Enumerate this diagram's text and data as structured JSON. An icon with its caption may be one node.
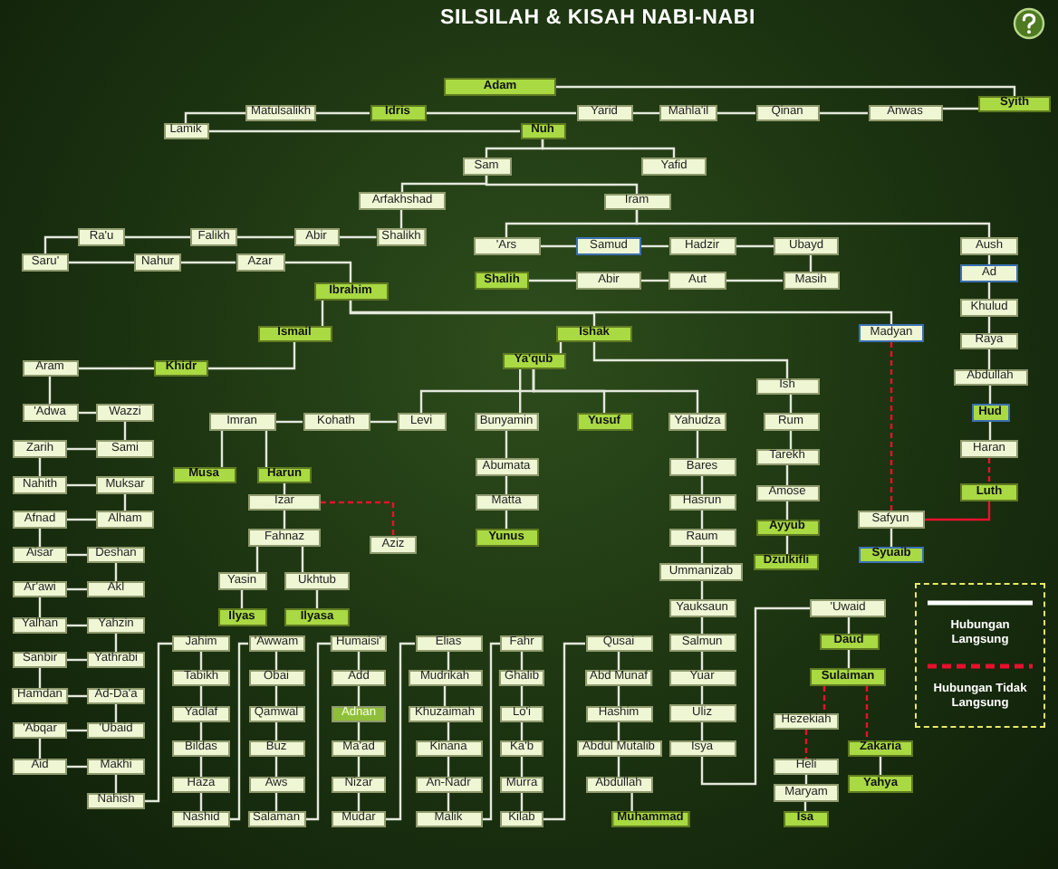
{
  "diagram": {
    "title": "SILSILAH & KISAH NABI-NABI",
    "nodes": [
      {
        "text": [
          "Adam"
        ]
      },
      {
        "text": [
          "Matulsalikh"
        ]
      },
      {
        "text": [
          "Idris"
        ]
      },
      {
        "text": [
          "Yarid"
        ]
      },
      {
        "text": [
          "Mahla'il"
        ]
      },
      {
        "text": [
          "Qinan"
        ]
      },
      {
        "text": [
          "Anwas"
        ]
      },
      {
        "text": [
          "Syith"
        ]
      },
      {
        "text": [
          "Lamik"
        ]
      },
      {
        "text": [
          "Nuh"
        ]
      },
      {
        "text": [
          "Sam"
        ]
      },
      {
        "text": [
          "Yafid"
        ]
      },
      {
        "text": [
          "Arfakhshad"
        ]
      },
      {
        "text": [
          "Iram"
        ]
      },
      {
        "text": [
          "Ra'u"
        ]
      },
      {
        "text": [
          "Falikh"
        ]
      },
      {
        "text": [
          "Abir"
        ]
      },
      {
        "text": [
          "Shalikh"
        ]
      },
      {
        "text": [
          "'Ars"
        ]
      },
      {
        "text": [
          "Samud"
        ]
      },
      {
        "text": [
          "Hadzir"
        ]
      },
      {
        "text": [
          "Ubayd"
        ]
      },
      {
        "text": [
          "Aush"
        ]
      },
      {
        "text": [
          "Saru'"
        ]
      },
      {
        "text": [
          "Nahur"
        ]
      },
      {
        "text": [
          "Azar"
        ]
      },
      {
        "text": [
          "Shalih"
        ]
      },
      {
        "text": [
          "Abir"
        ]
      },
      {
        "text": [
          "Aut"
        ]
      },
      {
        "text": [
          "Masih"
        ]
      },
      {
        "text": [
          "Ad"
        ]
      },
      {
        "text": [
          "Ibrahim"
        ]
      },
      {
        "text": [
          "Khulud"
        ]
      },
      {
        "text": [
          "Ismail"
        ]
      },
      {
        "text": [
          "Ishak"
        ]
      },
      {
        "text": [
          "Madyan"
        ]
      },
      {
        "text": [
          "Raya"
        ]
      },
      {
        "text": [
          "Aram"
        ]
      },
      {
        "text": [
          "Khidr"
        ]
      },
      {
        "text": [
          "Ya'qub"
        ]
      },
      {
        "text": [
          "Abdullah"
        ]
      },
      {
        "text": [
          "Ish"
        ]
      },
      {
        "text": [
          "'Adwa"
        ]
      },
      {
        "text": [
          "Wazzi"
        ]
      },
      {
        "text": [
          "Imran"
        ]
      },
      {
        "text": [
          "Kohath"
        ]
      },
      {
        "text": [
          "Levi"
        ]
      },
      {
        "text": [
          "Bunyamin"
        ]
      },
      {
        "text": [
          "Yusuf"
        ]
      },
      {
        "text": [
          "Yahudza"
        ]
      },
      {
        "text": [
          "Rum"
        ]
      },
      {
        "text": [
          "Hud"
        ]
      },
      {
        "text": [
          "Zarih"
        ]
      },
      {
        "text": [
          "Sami"
        ]
      },
      {
        "text": [
          "Tarekh"
        ]
      },
      {
        "text": [
          "Haran"
        ]
      },
      {
        "text": [
          "Abumata"
        ]
      },
      {
        "text": [
          "Bares"
        ]
      },
      {
        "text": [
          "Musa"
        ]
      },
      {
        "text": [
          "Harun"
        ]
      },
      {
        "text": [
          "Nahith"
        ]
      },
      {
        "text": [
          "Muksar"
        ]
      },
      {
        "text": [
          "Amose"
        ]
      },
      {
        "text": [
          "Luth"
        ]
      },
      {
        "text": [
          "Izar"
        ]
      },
      {
        "text": [
          "Matta"
        ]
      },
      {
        "text": [
          "Hasrun"
        ]
      },
      {
        "text": [
          "Safyun"
        ]
      },
      {
        "text": [
          "Afnad"
        ]
      },
      {
        "text": [
          "Alham"
        ]
      },
      {
        "text": [
          "Ayyub"
        ]
      },
      {
        "text": [
          "Fahnaz"
        ]
      },
      {
        "text": [
          "Aziz"
        ]
      },
      {
        "text": [
          "Yunus"
        ]
      },
      {
        "text": [
          "Raum"
        ]
      },
      {
        "text": [
          "Syuaib"
        ]
      },
      {
        "text": [
          "Aisar"
        ]
      },
      {
        "text": [
          "Deshan"
        ]
      },
      {
        "text": [
          "Dzulkifli"
        ]
      },
      {
        "text": [
          "Ummanizab"
        ]
      },
      {
        "text": [
          "Yasin"
        ]
      },
      {
        "text": [
          "Ukhtub"
        ]
      },
      {
        "text": [
          "Ar'awi"
        ]
      },
      {
        "text": [
          "Akl"
        ]
      },
      {
        "text": [
          "Yauksaun"
        ]
      },
      {
        "text": [
          "'Uwaid"
        ]
      },
      {
        "text": [
          "Ilyas"
        ]
      },
      {
        "text": [
          "Ilyasa"
        ]
      },
      {
        "text": [
          "Yalhan"
        ]
      },
      {
        "text": [
          "Yahzin"
        ]
      },
      {
        "text": [
          "Daud"
        ]
      },
      {
        "text": [
          "Jahim"
        ]
      },
      {
        "text": [
          "'Awwam"
        ]
      },
      {
        "text": [
          "Humaisi'"
        ]
      },
      {
        "text": [
          "Elias"
        ]
      },
      {
        "text": [
          "Fahr"
        ]
      },
      {
        "text": [
          "Qusai"
        ]
      },
      {
        "text": [
          "Salmun"
        ]
      },
      {
        "text": [
          "Sanbir"
        ]
      },
      {
        "text": [
          "Yathrabi"
        ]
      },
      {
        "text": [
          "Sulaiman"
        ]
      },
      {
        "text": [
          "Tabikh"
        ]
      },
      {
        "text": [
          "Obai"
        ]
      },
      {
        "text": [
          "Add"
        ]
      },
      {
        "text": [
          "Mudrikah"
        ]
      },
      {
        "text": [
          "Ghalib"
        ]
      },
      {
        "text": [
          "Abd Munaf"
        ]
      },
      {
        "text": [
          "Yuar"
        ]
      },
      {
        "text": [
          "Hamdan"
        ]
      },
      {
        "text": [
          "Ad-Da'a"
        ]
      },
      {
        "text": [
          "Yadlaf"
        ]
      },
      {
        "text": [
          "Qamwal"
        ]
      },
      {
        "text": [
          "Adnan"
        ]
      },
      {
        "text": [
          "Khuzaimah"
        ]
      },
      {
        "text": [
          "Lo'i"
        ]
      },
      {
        "text": [
          "Hashim"
        ]
      },
      {
        "text": [
          "Uliz"
        ]
      },
      {
        "text": [
          "Hezekiah"
        ]
      },
      {
        "text": [
          "'Abqar"
        ]
      },
      {
        "text": [
          "'Ubaid"
        ]
      },
      {
        "text": [
          "Bildas"
        ]
      },
      {
        "text": [
          "Buz"
        ]
      },
      {
        "text": [
          "Ma'ad"
        ]
      },
      {
        "text": [
          "Kinana"
        ]
      },
      {
        "text": [
          "Ka'b"
        ]
      },
      {
        "text": [
          "Abdul Mutalib"
        ]
      },
      {
        "text": [
          "Isya"
        ]
      },
      {
        "text": [
          "Aid"
        ]
      },
      {
        "text": [
          "Makhi"
        ]
      },
      {
        "text": [
          "Zakaria"
        ]
      },
      {
        "text": [
          "Heli"
        ]
      },
      {
        "text": [
          "Haza"
        ]
      },
      {
        "text": [
          "Aws"
        ]
      },
      {
        "text": [
          "Nizar"
        ]
      },
      {
        "text": [
          "An-Nadr"
        ]
      },
      {
        "text": [
          "Murra"
        ]
      },
      {
        "text": [
          "Abdullah"
        ]
      },
      {
        "text": [
          "Yahya"
        ]
      },
      {
        "text": [
          "Maryam"
        ]
      },
      {
        "text": [
          "Nahish"
        ]
      },
      {
        "text": [
          "Nashid"
        ]
      },
      {
        "text": [
          "Salaman"
        ]
      },
      {
        "text": [
          "Mudar"
        ]
      },
      {
        "text": [
          "Malik"
        ]
      },
      {
        "text": [
          "Kilab"
        ]
      },
      {
        "text": [
          "Muhammad"
        ]
      },
      {
        "text": [
          "Isa"
        ]
      }
    ],
    "edges": [
      {
        "from": 0,
        "to": 7,
        "arrow": "none"
      },
      {
        "from": 7,
        "to": 6,
        "arrow": "none"
      },
      {
        "from": 6,
        "to": 5,
        "arrow": "none"
      },
      {
        "from": 5,
        "to": 4,
        "arrow": "none"
      },
      {
        "from": 4,
        "to": 3,
        "arrow": "none"
      },
      {
        "from": 3,
        "to": 2,
        "arrow": "none"
      },
      {
        "from": 2,
        "to": 1,
        "arrow": "none"
      },
      {
        "from": 1,
        "to": 8,
        "arrow": "none"
      },
      {
        "from": 8,
        "to": 9,
        "arrow": "none"
      },
      {
        "from": 9,
        "to": 10,
        "arrow": "none"
      },
      {
        "from": 9,
        "to": 11,
        "arrow": "none"
      },
      {
        "from": 10,
        "to": 12,
        "arrow": "none"
      },
      {
        "from": 10,
        "to": 13,
        "arrow": "none"
      },
      {
        "from": 12,
        "to": 17,
        "arrow": "none"
      },
      {
        "from": 17,
        "to": 16,
        "arrow": "none"
      },
      {
        "from": 16,
        "to": 15,
        "arrow": "none"
      },
      {
        "from": 15,
        "to": 14,
        "arrow": "none"
      },
      {
        "from": 14,
        "to": 23,
        "arrow": "none"
      },
      {
        "from": 23,
        "to": 24,
        "arrow": "none"
      },
      {
        "from": 24,
        "to": 25,
        "arrow": "none"
      },
      {
        "from": 25,
        "to": 31,
        "arrow": "none"
      },
      {
        "from": 13,
        "to": 18,
        "arrow": "none"
      },
      {
        "from": 13,
        "to": 22,
        "arrow": "none"
      },
      {
        "from": 18,
        "to": 19,
        "arrow": "none"
      },
      {
        "from": 19,
        "to": 20,
        "arrow": "none"
      },
      {
        "from": 20,
        "to": 21,
        "arrow": "none"
      },
      {
        "from": 21,
        "to": 29,
        "arrow": "none"
      },
      {
        "from": 29,
        "to": 28,
        "arrow": "none"
      },
      {
        "from": 28,
        "to": 27,
        "arrow": "none"
      },
      {
        "from": 27,
        "to": 26,
        "arrow": "none"
      },
      {
        "from": 22,
        "to": 30,
        "arrow": "none"
      },
      {
        "from": 30,
        "to": 32,
        "arrow": "none"
      },
      {
        "from": 32,
        "to": 36,
        "arrow": "none"
      },
      {
        "from": 36,
        "to": 40,
        "arrow": "none"
      },
      {
        "from": 40,
        "to": 51,
        "arrow": "none"
      },
      {
        "from": 51,
        "to": 55,
        "arrow": "none"
      },
      {
        "from": 55,
        "to": 63,
        "arrow": "none",
        "style": "dashed",
        "color": "#e8112d"
      },
      {
        "from": 31,
        "to": 33,
        "arrow": "none"
      },
      {
        "from": 31,
        "to": 34,
        "arrow": "none"
      },
      {
        "from": 31,
        "to": 35,
        "arrow": "none"
      },
      {
        "from": 33,
        "to": 38,
        "arrow": "none"
      },
      {
        "from": 38,
        "to": 37,
        "arrow": "none"
      },
      {
        "from": 37,
        "to": 42,
        "arrow": "none"
      },
      {
        "from": 42,
        "to": 43,
        "arrow": "none"
      },
      {
        "from": 43,
        "to": 53,
        "arrow": "none"
      },
      {
        "from": 53,
        "to": 52,
        "arrow": "none"
      },
      {
        "from": 52,
        "to": 60,
        "arrow": "none"
      },
      {
        "from": 60,
        "to": 61,
        "arrow": "none"
      },
      {
        "from": 61,
        "to": 69,
        "arrow": "none"
      },
      {
        "from": 69,
        "to": 68,
        "arrow": "none"
      },
      {
        "from": 68,
        "to": 76,
        "arrow": "none"
      },
      {
        "from": 76,
        "to": 77,
        "arrow": "none"
      },
      {
        "from": 77,
        "to": 83,
        "arrow": "none"
      },
      {
        "from": 83,
        "to": 82,
        "arrow": "none"
      },
      {
        "from": 82,
        "to": 88,
        "arrow": "none"
      },
      {
        "from": 88,
        "to": 89,
        "arrow": "none"
      },
      {
        "from": 89,
        "to": 99,
        "arrow": "none"
      },
      {
        "from": 99,
        "to": 98,
        "arrow": "none"
      },
      {
        "from": 98,
        "to": 108,
        "arrow": "none"
      },
      {
        "from": 108,
        "to": 109,
        "arrow": "none"
      },
      {
        "from": 109,
        "to": 119,
        "arrow": "none"
      },
      {
        "from": 119,
        "to": 118,
        "arrow": "none"
      },
      {
        "from": 118,
        "to": 127,
        "arrow": "none"
      },
      {
        "from": 127,
        "to": 128,
        "arrow": "none"
      },
      {
        "from": 128,
        "to": 139,
        "arrow": "none"
      },
      {
        "from": 139,
        "to": 91,
        "arrow": "none"
      },
      {
        "from": 91,
        "to": 101,
        "arrow": "none"
      },
      {
        "from": 101,
        "to": 110,
        "arrow": "none"
      },
      {
        "from": 110,
        "to": 120,
        "arrow": "none"
      },
      {
        "from": 120,
        "to": 131,
        "arrow": "none"
      },
      {
        "from": 131,
        "to": 140,
        "arrow": "none"
      },
      {
        "from": 140,
        "to": 92,
        "arrow": "none"
      },
      {
        "from": 92,
        "to": 102,
        "arrow": "none"
      },
      {
        "from": 102,
        "to": 111,
        "arrow": "none"
      },
      {
        "from": 111,
        "to": 121,
        "arrow": "none"
      },
      {
        "from": 121,
        "to": 132,
        "arrow": "none"
      },
      {
        "from": 132,
        "to": 141,
        "arrow": "none"
      },
      {
        "from": 141,
        "to": 93,
        "arrow": "none"
      },
      {
        "from": 93,
        "to": 103,
        "arrow": "none"
      },
      {
        "from": 103,
        "to": 112,
        "arrow": "none"
      },
      {
        "from": 112,
        "to": 122,
        "arrow": "none"
      },
      {
        "from": 122,
        "to": 133,
        "arrow": "none"
      },
      {
        "from": 133,
        "to": 142,
        "arrow": "none"
      },
      {
        "from": 142,
        "to": 94,
        "arrow": "none"
      },
      {
        "from": 94,
        "to": 104,
        "arrow": "none"
      },
      {
        "from": 104,
        "to": 113,
        "arrow": "none"
      },
      {
        "from": 113,
        "to": 123,
        "arrow": "none"
      },
      {
        "from": 123,
        "to": 134,
        "arrow": "none"
      },
      {
        "from": 134,
        "to": 143,
        "arrow": "none"
      },
      {
        "from": 143,
        "to": 95,
        "arrow": "none"
      },
      {
        "from": 95,
        "to": 105,
        "arrow": "none"
      },
      {
        "from": 105,
        "to": 114,
        "arrow": "none"
      },
      {
        "from": 114,
        "to": 124,
        "arrow": "none"
      },
      {
        "from": 124,
        "to": 135,
        "arrow": "none"
      },
      {
        "from": 135,
        "to": 144,
        "arrow": "none"
      },
      {
        "from": 144,
        "to": 96,
        "arrow": "none"
      },
      {
        "from": 96,
        "to": 106,
        "arrow": "none"
      },
      {
        "from": 106,
        "to": 115,
        "arrow": "none"
      },
      {
        "from": 115,
        "to": 125,
        "arrow": "none"
      },
      {
        "from": 125,
        "to": 136,
        "arrow": "none"
      },
      {
        "from": 136,
        "to": 145,
        "arrow": "none"
      },
      {
        "from": 34,
        "to": 39,
        "arrow": "none"
      },
      {
        "from": 34,
        "to": 41,
        "arrow": "none"
      },
      {
        "from": 39,
        "to": 46,
        "arrow": "none"
      },
      {
        "from": 39,
        "to": 47,
        "arrow": "none"
      },
      {
        "from": 39,
        "to": 48,
        "arrow": "none"
      },
      {
        "from": 39,
        "to": 49,
        "arrow": "none"
      },
      {
        "from": 46,
        "to": 45,
        "arrow": "none"
      },
      {
        "from": 45,
        "to": 44,
        "arrow": "none"
      },
      {
        "from": 44,
        "to": 58,
        "arrow": "none"
      },
      {
        "from": 44,
        "to": 59,
        "arrow": "none"
      },
      {
        "from": 59,
        "to": 64,
        "arrow": "none"
      },
      {
        "from": 64,
        "to": 72,
        "arrow": "none",
        "style": "dashed",
        "color": "#e8112d"
      },
      {
        "from": 64,
        "to": 71,
        "arrow": "none"
      },
      {
        "from": 71,
        "to": 80,
        "arrow": "none"
      },
      {
        "from": 71,
        "to": 81,
        "arrow": "none"
      },
      {
        "from": 80,
        "to": 86,
        "arrow": "none"
      },
      {
        "from": 81,
        "to": 87,
        "arrow": "none"
      },
      {
        "from": 47,
        "to": 56,
        "arrow": "none"
      },
      {
        "from": 56,
        "to": 65,
        "arrow": "none"
      },
      {
        "from": 65,
        "to": 73,
        "arrow": "none"
      },
      {
        "from": 49,
        "to": 57,
        "arrow": "none"
      },
      {
        "from": 57,
        "to": 66,
        "arrow": "none"
      },
      {
        "from": 66,
        "to": 74,
        "arrow": "none"
      },
      {
        "from": 74,
        "to": 79,
        "arrow": "none"
      },
      {
        "from": 79,
        "to": 84,
        "arrow": "none"
      },
      {
        "from": 84,
        "to": 97,
        "arrow": "none"
      },
      {
        "from": 97,
        "to": 107,
        "arrow": "none"
      },
      {
        "from": 107,
        "to": 116,
        "arrow": "none"
      },
      {
        "from": 116,
        "to": 126,
        "arrow": "none"
      },
      {
        "from": 126,
        "to": 85,
        "arrow": "none"
      },
      {
        "from": 85,
        "to": 90,
        "arrow": "none"
      },
      {
        "from": 90,
        "to": 100,
        "arrow": "none"
      },
      {
        "from": 100,
        "to": 117,
        "arrow": "none",
        "style": "dashed",
        "color": "#e8112d"
      },
      {
        "from": 100,
        "to": 129,
        "arrow": "none",
        "style": "dashed",
        "color": "#e8112d"
      },
      {
        "from": 117,
        "to": 130,
        "arrow": "none",
        "style": "dashed",
        "color": "#e8112d"
      },
      {
        "from": 130,
        "to": 138,
        "arrow": "none"
      },
      {
        "from": 138,
        "to": 146,
        "arrow": "none"
      },
      {
        "from": 129,
        "to": 137,
        "arrow": "none"
      },
      {
        "from": 41,
        "to": 50,
        "arrow": "none"
      },
      {
        "from": 50,
        "to": 54,
        "arrow": "none"
      },
      {
        "from": 54,
        "to": 62,
        "arrow": "none"
      },
      {
        "from": 62,
        "to": 70,
        "arrow": "none"
      },
      {
        "from": 70,
        "to": 78,
        "arrow": "none"
      },
      {
        "from": 35,
        "to": 67,
        "arrow": "none",
        "style": "dashed",
        "color": "#e8112d"
      },
      {
        "from": 67,
        "to": 75,
        "arrow": "none"
      },
      {
        "from": 67,
        "to": 63,
        "arrow": "none",
        "color": "#e8112d"
      }
    ],
    "legend": [
      {
        "text": "Hubungan Langsung"
      },
      {
        "text": "Hubungan Tidak Langsung"
      }
    ]
  }
}
